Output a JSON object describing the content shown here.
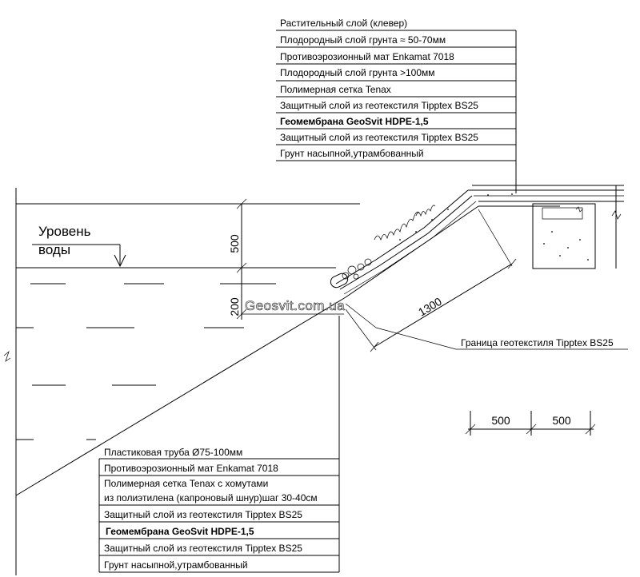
{
  "top_layers": [
    "Растительный слой (клевер)",
    "Плодородный слой грунта ≈ 50-70мм",
    "Противоэрозионный мат Enkamat 7018",
    "Плодородный слой грунта >100мм",
    "Полимерная сетка Tenax",
    "Защитный слой из геотекстиля Tipptex BS25",
    "Геомембрана GeoSvit HDPE-1,5",
    "Защитный слой из геотекстиля Tipptex BS25",
    "Грунт насыпной,утрамбованный"
  ],
  "bottom_layers": [
    "Пластиковая труба Ø75-100мм",
    "Противоэрозионный мат Enkamat 7018",
    "Полимерная сетка Tenax с хомутами",
    "из полиэтилена (капроновый шнур)шаг 30-40см",
    "Защитный слой из геотекстиля Tipptex BS25",
    "Геомембрана GeoSvit HDPE-1,5",
    "Защитный слой из геотекстиля Tipptex BS25",
    "Грунт насыпной,утрамбованный"
  ],
  "water_level": {
    "line1": "Уровень",
    "line2": "воды"
  },
  "dimensions": {
    "above_water": "500",
    "below_water": "200",
    "slope_length": "1300",
    "bottom_left": "500",
    "bottom_right": "500"
  },
  "geotextile_boundary": "Граница геотекстиля Tipptex BS25",
  "watermark": "Geosvit.com.ua"
}
